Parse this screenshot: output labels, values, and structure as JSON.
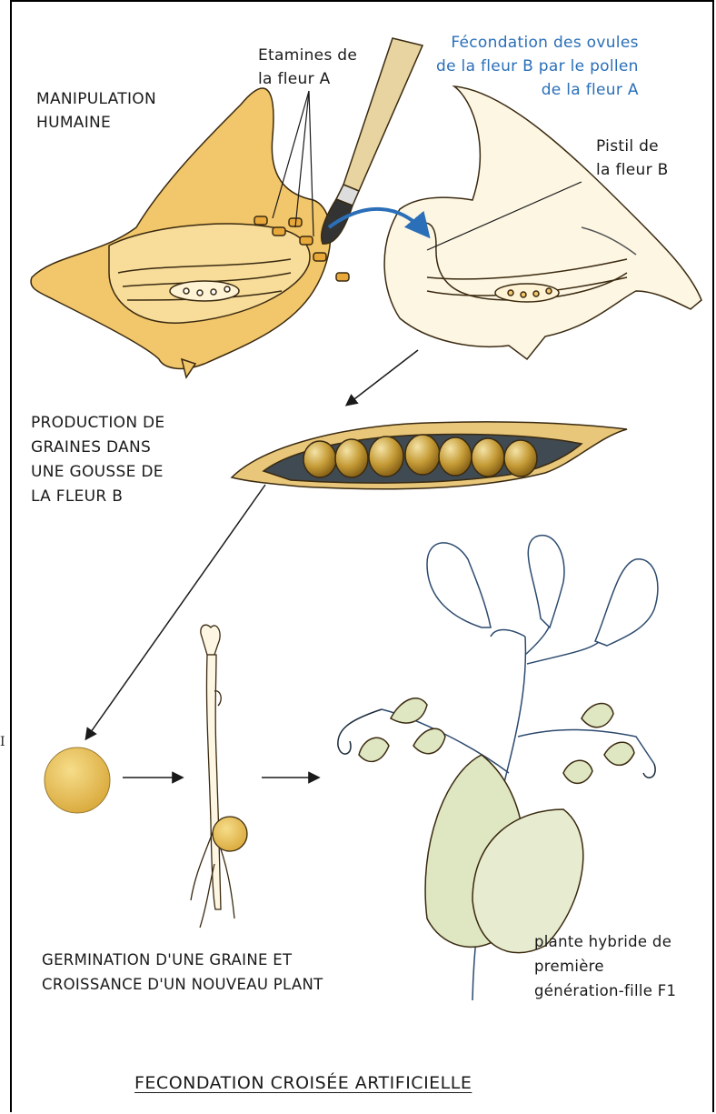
{
  "labels": {
    "manipulation": [
      "MANIPULATION",
      "HUMAINE"
    ],
    "etamines": [
      "Etamines de",
      "la fleur A"
    ],
    "fecondation": [
      "Fécondation des ovules",
      "de la fleur B par le pollen",
      "de la fleur A"
    ],
    "pistil": [
      "Pistil de",
      "la fleur B"
    ],
    "production": [
      "PRODUCTION DE",
      "GRAINES DANS",
      "UNE GOUSSE DE",
      "LA FLEUR B"
    ],
    "germination": [
      "GERMINATION D'UNE GRAINE ET",
      "CROISSANCE D'UN NOUVEAU PLANT"
    ],
    "hybride": [
      "plante hybride de",
      "première",
      "génération-fille F1"
    ]
  },
  "title": "FECONDATION CROISÉE ARTIFICIELLE",
  "edge_mark": "I",
  "colors": {
    "petal": "#f2c66a",
    "petal_light": "#f7dc9a",
    "outline": "#3a2a10",
    "seed": "#b8902f",
    "leaf": "#dfe6c2",
    "arrow_blue": "#2a6fb8",
    "stem_blue": "#2c4a6e"
  }
}
